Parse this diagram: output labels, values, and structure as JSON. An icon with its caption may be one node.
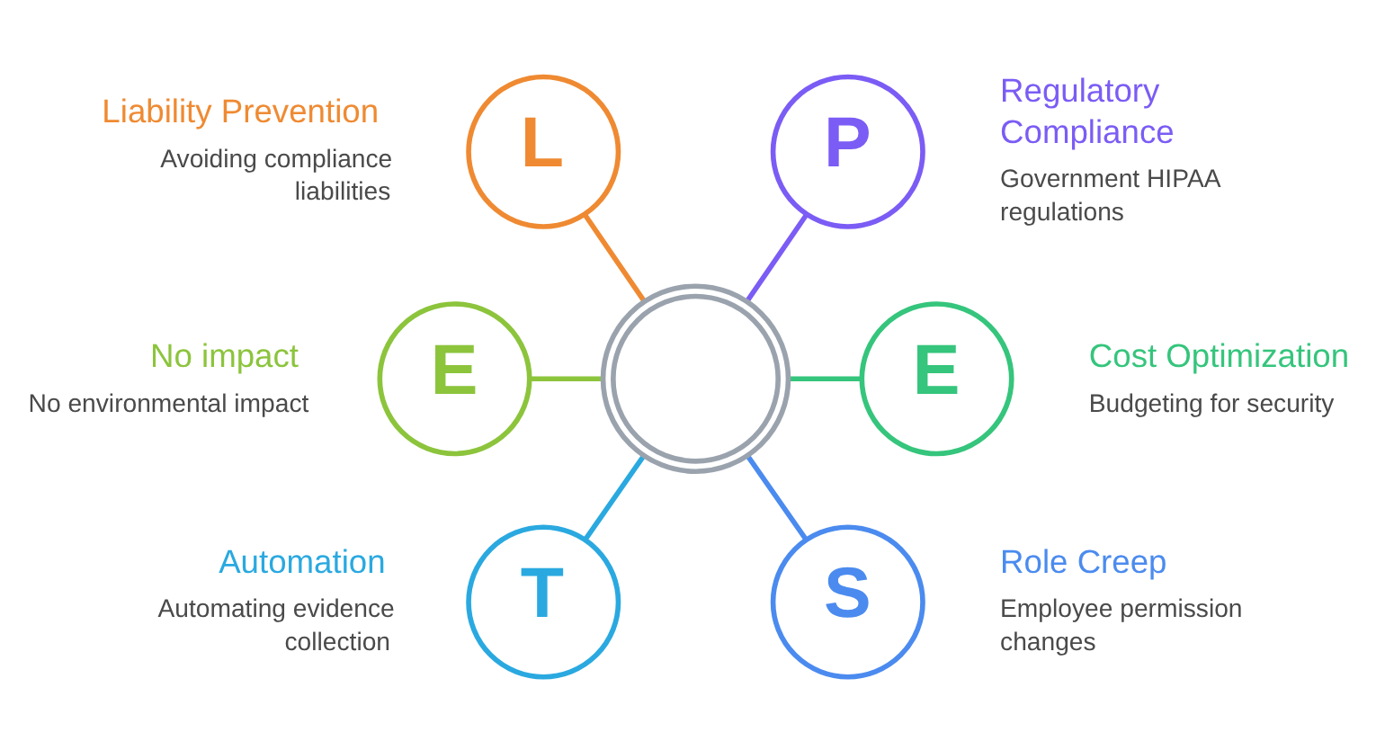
{
  "diagram": {
    "nodes": [
      {
        "text": [
          "L"
        ],
        "beside": [
          "Liability Prevention",
          "Avoiding compliance liabilities"
        ]
      },
      {
        "text": [
          "P"
        ],
        "beside": [
          "Regulatory Compliance",
          "Government HIPAA regulations"
        ]
      },
      {
        "text": [
          "E"
        ],
        "beside": [
          "No impact",
          "No environmental impact"
        ]
      },
      {
        "text": [],
        "shape": "ring"
      },
      {
        "text": [
          "E"
        ],
        "beside": [
          "Cost Optimization",
          "Budgeting for security"
        ]
      },
      {
        "text": [
          "T"
        ],
        "beside": [
          "Automation",
          "Automating evidence collection"
        ]
      },
      {
        "text": [
          "S"
        ],
        "beside": [
          "Role Creep",
          "Employee permission changes"
        ]
      }
    ],
    "edges": [
      {
        "from": 0,
        "to": 3,
        "arrow": "none",
        "color": "#ef8a32"
      },
      {
        "from": 1,
        "to": 3,
        "arrow": "none",
        "color": "#7b5cf5"
      },
      {
        "from": 2,
        "to": 3,
        "arrow": "none",
        "color": "#8cc43c"
      },
      {
        "from": 3,
        "to": 4,
        "arrow": "none",
        "color": "#35c57c"
      },
      {
        "from": 3,
        "to": 5,
        "arrow": "none",
        "color": "#2aa9e0"
      },
      {
        "from": 3,
        "to": 6,
        "arrow": "none",
        "color": "#4b8bef"
      }
    ]
  }
}
